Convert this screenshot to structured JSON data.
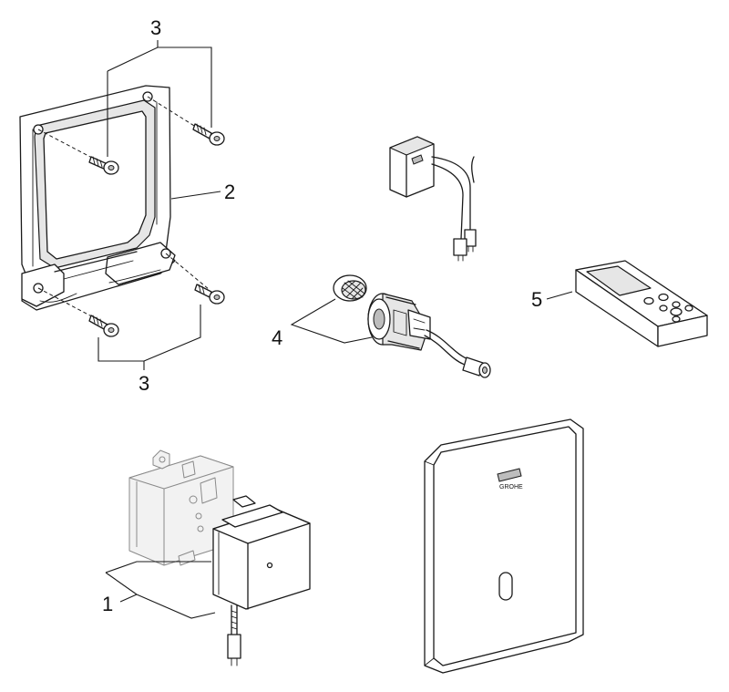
{
  "callouts": {
    "screws_top": "3",
    "frame": "2",
    "screws_bottom": "3",
    "flush_valve": "4",
    "remote_control": "5",
    "power_supply": "1"
  },
  "cover_plate": {
    "logo_text": "GROHE"
  },
  "colors": {
    "line": "#1a1a1a",
    "background": "#ffffff",
    "ghost": "#8a8a8a"
  }
}
